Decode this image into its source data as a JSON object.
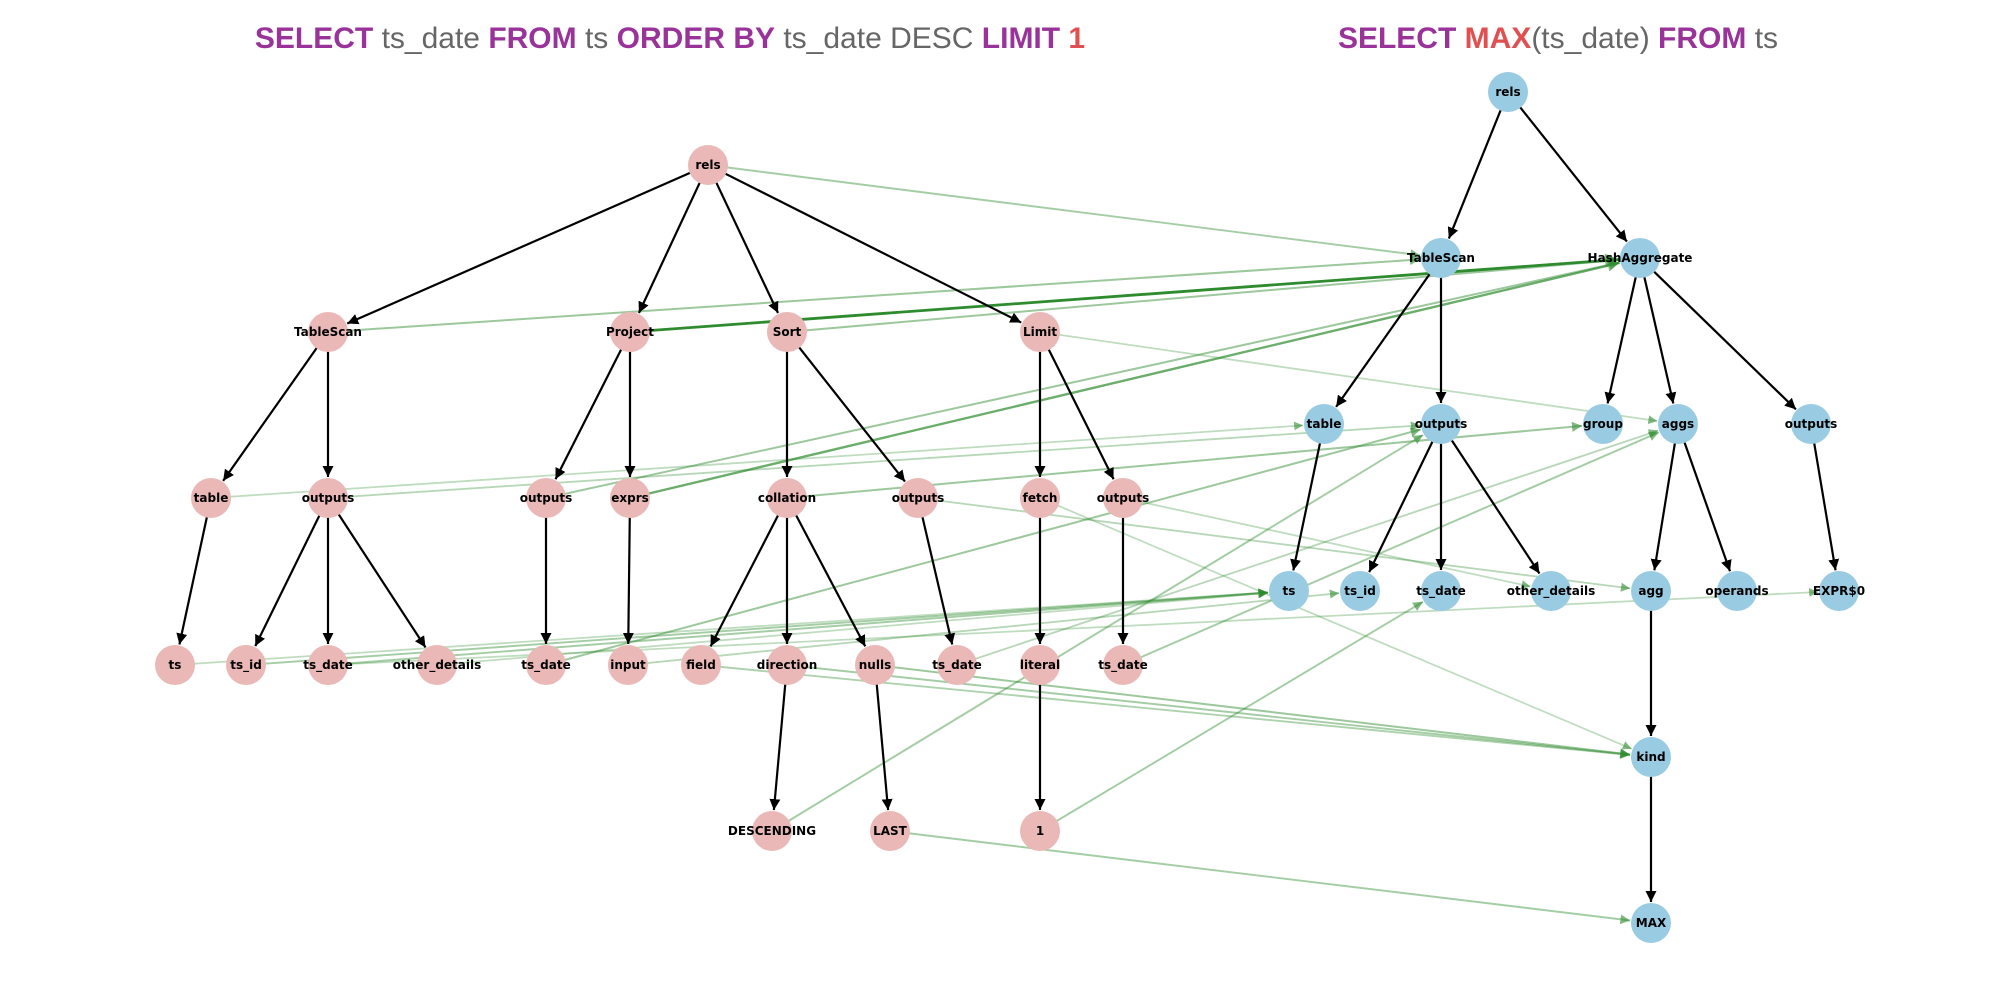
{
  "colors": {
    "left_node": "#eab8b6",
    "right_node": "#99cce2",
    "tree_edge": "#000000",
    "match_edge": "#2e8b2e",
    "keyword": "#993399",
    "function": "#e05050",
    "plain_text": "#666666"
  },
  "queries": {
    "left": [
      {
        "text": "SELECT",
        "style": "kw"
      },
      {
        "text": " ts_date ",
        "style": "plain"
      },
      {
        "text": "FROM",
        "style": "kw"
      },
      {
        "text": " ts ",
        "style": "plain"
      },
      {
        "text": "ORDER BY",
        "style": "kw"
      },
      {
        "text": " ts_date DESC ",
        "style": "plain"
      },
      {
        "text": "LIMIT",
        "style": "kw"
      },
      {
        "text": " 1",
        "style": "fn"
      }
    ],
    "right": [
      {
        "text": "SELECT ",
        "style": "kw"
      },
      {
        "text": "MAX",
        "style": "fn"
      },
      {
        "text": "(ts_date) ",
        "style": "plain"
      },
      {
        "text": "FROM",
        "style": "kw"
      },
      {
        "text": " ts",
        "style": "plain"
      }
    ]
  },
  "left_tree": {
    "nodes": [
      {
        "id": "L_rels",
        "label": "rels"
      },
      {
        "id": "L_TableScan",
        "label": "TableScan"
      },
      {
        "id": "L_Project",
        "label": "Project"
      },
      {
        "id": "L_Sort",
        "label": "Sort"
      },
      {
        "id": "L_Limit",
        "label": "Limit"
      },
      {
        "id": "L_table",
        "label": "table"
      },
      {
        "id": "L_outputs1",
        "label": "outputs"
      },
      {
        "id": "L_outputs2",
        "label": "outputs"
      },
      {
        "id": "L_exprs",
        "label": "exprs"
      },
      {
        "id": "L_collation",
        "label": "collation"
      },
      {
        "id": "L_outputs3",
        "label": "outputs"
      },
      {
        "id": "L_fetch",
        "label": "fetch"
      },
      {
        "id": "L_outputs4",
        "label": "outputs"
      },
      {
        "id": "L_ts",
        "label": "ts"
      },
      {
        "id": "L_ts_id",
        "label": "ts_id"
      },
      {
        "id": "L_ts_date1",
        "label": "ts_date"
      },
      {
        "id": "L_other_details",
        "label": "other_details"
      },
      {
        "id": "L_ts_date2",
        "label": "ts_date"
      },
      {
        "id": "L_input",
        "label": "input"
      },
      {
        "id": "L_field",
        "label": "field"
      },
      {
        "id": "L_direction",
        "label": "direction"
      },
      {
        "id": "L_nulls",
        "label": "nulls"
      },
      {
        "id": "L_ts_date3",
        "label": "ts_date"
      },
      {
        "id": "L_literal",
        "label": "literal"
      },
      {
        "id": "L_ts_date4",
        "label": "ts_date"
      },
      {
        "id": "L_DESCENDING",
        "label": "DESCENDING"
      },
      {
        "id": "L_LAST",
        "label": "LAST"
      },
      {
        "id": "L_1",
        "label": "1"
      }
    ],
    "edges": [
      [
        "L_rels",
        "L_TableScan"
      ],
      [
        "L_rels",
        "L_Project"
      ],
      [
        "L_rels",
        "L_Sort"
      ],
      [
        "L_rels",
        "L_Limit"
      ],
      [
        "L_TableScan",
        "L_table"
      ],
      [
        "L_TableScan",
        "L_outputs1"
      ],
      [
        "L_Project",
        "L_outputs2"
      ],
      [
        "L_Project",
        "L_exprs"
      ],
      [
        "L_Sort",
        "L_collation"
      ],
      [
        "L_Sort",
        "L_outputs3"
      ],
      [
        "L_Limit",
        "L_fetch"
      ],
      [
        "L_Limit",
        "L_outputs4"
      ],
      [
        "L_table",
        "L_ts"
      ],
      [
        "L_outputs1",
        "L_ts_id"
      ],
      [
        "L_outputs1",
        "L_ts_date1"
      ],
      [
        "L_outputs1",
        "L_other_details"
      ],
      [
        "L_outputs2",
        "L_ts_date2"
      ],
      [
        "L_exprs",
        "L_input"
      ],
      [
        "L_collation",
        "L_field"
      ],
      [
        "L_collation",
        "L_direction"
      ],
      [
        "L_collation",
        "L_nulls"
      ],
      [
        "L_outputs3",
        "L_ts_date3"
      ],
      [
        "L_fetch",
        "L_literal"
      ],
      [
        "L_outputs4",
        "L_ts_date4"
      ],
      [
        "L_direction",
        "L_DESCENDING"
      ],
      [
        "L_nulls",
        "L_LAST"
      ],
      [
        "L_literal",
        "L_1"
      ]
    ]
  },
  "right_tree": {
    "nodes": [
      {
        "id": "R_rels",
        "label": "rels"
      },
      {
        "id": "R_TableScan",
        "label": "TableScan"
      },
      {
        "id": "R_HashAggregate",
        "label": "HashAggregate"
      },
      {
        "id": "R_table",
        "label": "table"
      },
      {
        "id": "R_outputs1",
        "label": "outputs"
      },
      {
        "id": "R_group",
        "label": "group"
      },
      {
        "id": "R_aggs",
        "label": "aggs"
      },
      {
        "id": "R_outputs2",
        "label": "outputs"
      },
      {
        "id": "R_ts",
        "label": "ts"
      },
      {
        "id": "R_ts_id",
        "label": "ts_id"
      },
      {
        "id": "R_ts_date",
        "label": "ts_date"
      },
      {
        "id": "R_other_details",
        "label": "other_details"
      },
      {
        "id": "R_agg",
        "label": "agg"
      },
      {
        "id": "R_operands",
        "label": "operands"
      },
      {
        "id": "R_EXPR0",
        "label": "EXPR$0"
      },
      {
        "id": "R_kind",
        "label": "kind"
      },
      {
        "id": "R_MAX",
        "label": "MAX"
      }
    ],
    "edges": [
      [
        "R_rels",
        "R_TableScan"
      ],
      [
        "R_rels",
        "R_HashAggregate"
      ],
      [
        "R_TableScan",
        "R_table"
      ],
      [
        "R_TableScan",
        "R_outputs1"
      ],
      [
        "R_HashAggregate",
        "R_group"
      ],
      [
        "R_HashAggregate",
        "R_aggs"
      ],
      [
        "R_HashAggregate",
        "R_outputs2"
      ],
      [
        "R_table",
        "R_ts"
      ],
      [
        "R_outputs1",
        "R_ts_id"
      ],
      [
        "R_outputs1",
        "R_ts_date"
      ],
      [
        "R_outputs1",
        "R_other_details"
      ],
      [
        "R_aggs",
        "R_agg"
      ],
      [
        "R_aggs",
        "R_operands"
      ],
      [
        "R_outputs2",
        "R_EXPR0"
      ],
      [
        "R_agg",
        "R_kind"
      ],
      [
        "R_kind",
        "R_MAX"
      ]
    ]
  },
  "match_edges": [
    {
      "from": "L_rels",
      "to": "R_TableScan",
      "strength": 0.3
    },
    {
      "from": "L_TableScan",
      "to": "R_TableScan",
      "strength": 0.35
    },
    {
      "from": "L_Project",
      "to": "R_HashAggregate",
      "strength": 1.0
    },
    {
      "from": "L_Sort",
      "to": "R_HashAggregate",
      "strength": 0.35
    },
    {
      "from": "L_Limit",
      "to": "R_aggs",
      "strength": 0.15
    },
    {
      "from": "L_exprs",
      "to": "R_HashAggregate",
      "strength": 0.65
    },
    {
      "from": "L_outputs2",
      "to": "R_HashAggregate",
      "strength": 0.35
    },
    {
      "from": "L_table",
      "to": "R_table",
      "strength": 0.15
    },
    {
      "from": "L_outputs1",
      "to": "R_outputs1",
      "strength": 0.2
    },
    {
      "from": "L_collation",
      "to": "R_group",
      "strength": 0.35
    },
    {
      "from": "L_ts_date2",
      "to": "R_outputs1",
      "strength": 0.35
    },
    {
      "from": "L_ts_date3",
      "to": "R_aggs",
      "strength": 0.2
    },
    {
      "from": "L_ts_date4",
      "to": "R_aggs",
      "strength": 0.3
    },
    {
      "from": "L_outputs3",
      "to": "R_agg",
      "strength": 0.2
    },
    {
      "from": "L_outputs4",
      "to": "R_other_details",
      "strength": 0.15
    },
    {
      "from": "L_fetch",
      "to": "R_kind",
      "strength": 0.15
    },
    {
      "from": "L_ts",
      "to": "R_ts",
      "strength": 0.15
    },
    {
      "from": "L_ts_id",
      "to": "R_ts",
      "strength": 0.3
    },
    {
      "from": "L_ts_date1",
      "to": "R_ts",
      "strength": 0.3
    },
    {
      "from": "L_other_details",
      "to": "R_ts",
      "strength": 0.15
    },
    {
      "from": "L_input",
      "to": "R_ts_id",
      "strength": 0.2
    },
    {
      "from": "L_ts_date1",
      "to": "R_EXPR0",
      "strength": 0.15
    },
    {
      "from": "L_field",
      "to": "R_kind",
      "strength": 0.25
    },
    {
      "from": "L_direction",
      "to": "R_kind",
      "strength": 0.3
    },
    {
      "from": "L_nulls",
      "to": "R_kind",
      "strength": 0.35
    },
    {
      "from": "L_DESCENDING",
      "to": "R_outputs1",
      "strength": 0.3
    },
    {
      "from": "L_1",
      "to": "R_ts_date",
      "strength": 0.3
    },
    {
      "from": "L_LAST",
      "to": "R_MAX",
      "strength": 0.3
    }
  ]
}
